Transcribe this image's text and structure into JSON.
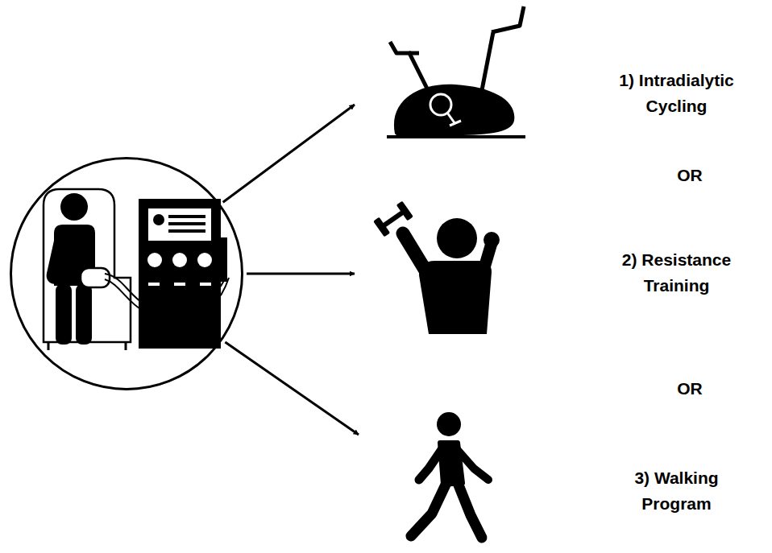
{
  "diagram": {
    "nodes": [
      {
        "text": []
      },
      {
        "text": [
          "1) Intradialytic Cycling"
        ]
      },
      {
        "text": [
          "2) Resistance Training"
        ]
      },
      {
        "text": [
          "3) Walking Program"
        ]
      }
    ],
    "edges": [
      {
        "from": 0,
        "to": 1,
        "arrow": "to"
      },
      {
        "from": 0,
        "to": 2,
        "arrow": "to"
      },
      {
        "from": 0,
        "to": 3,
        "arrow": "to"
      }
    ],
    "labels": [
      "OR",
      "OR"
    ]
  }
}
